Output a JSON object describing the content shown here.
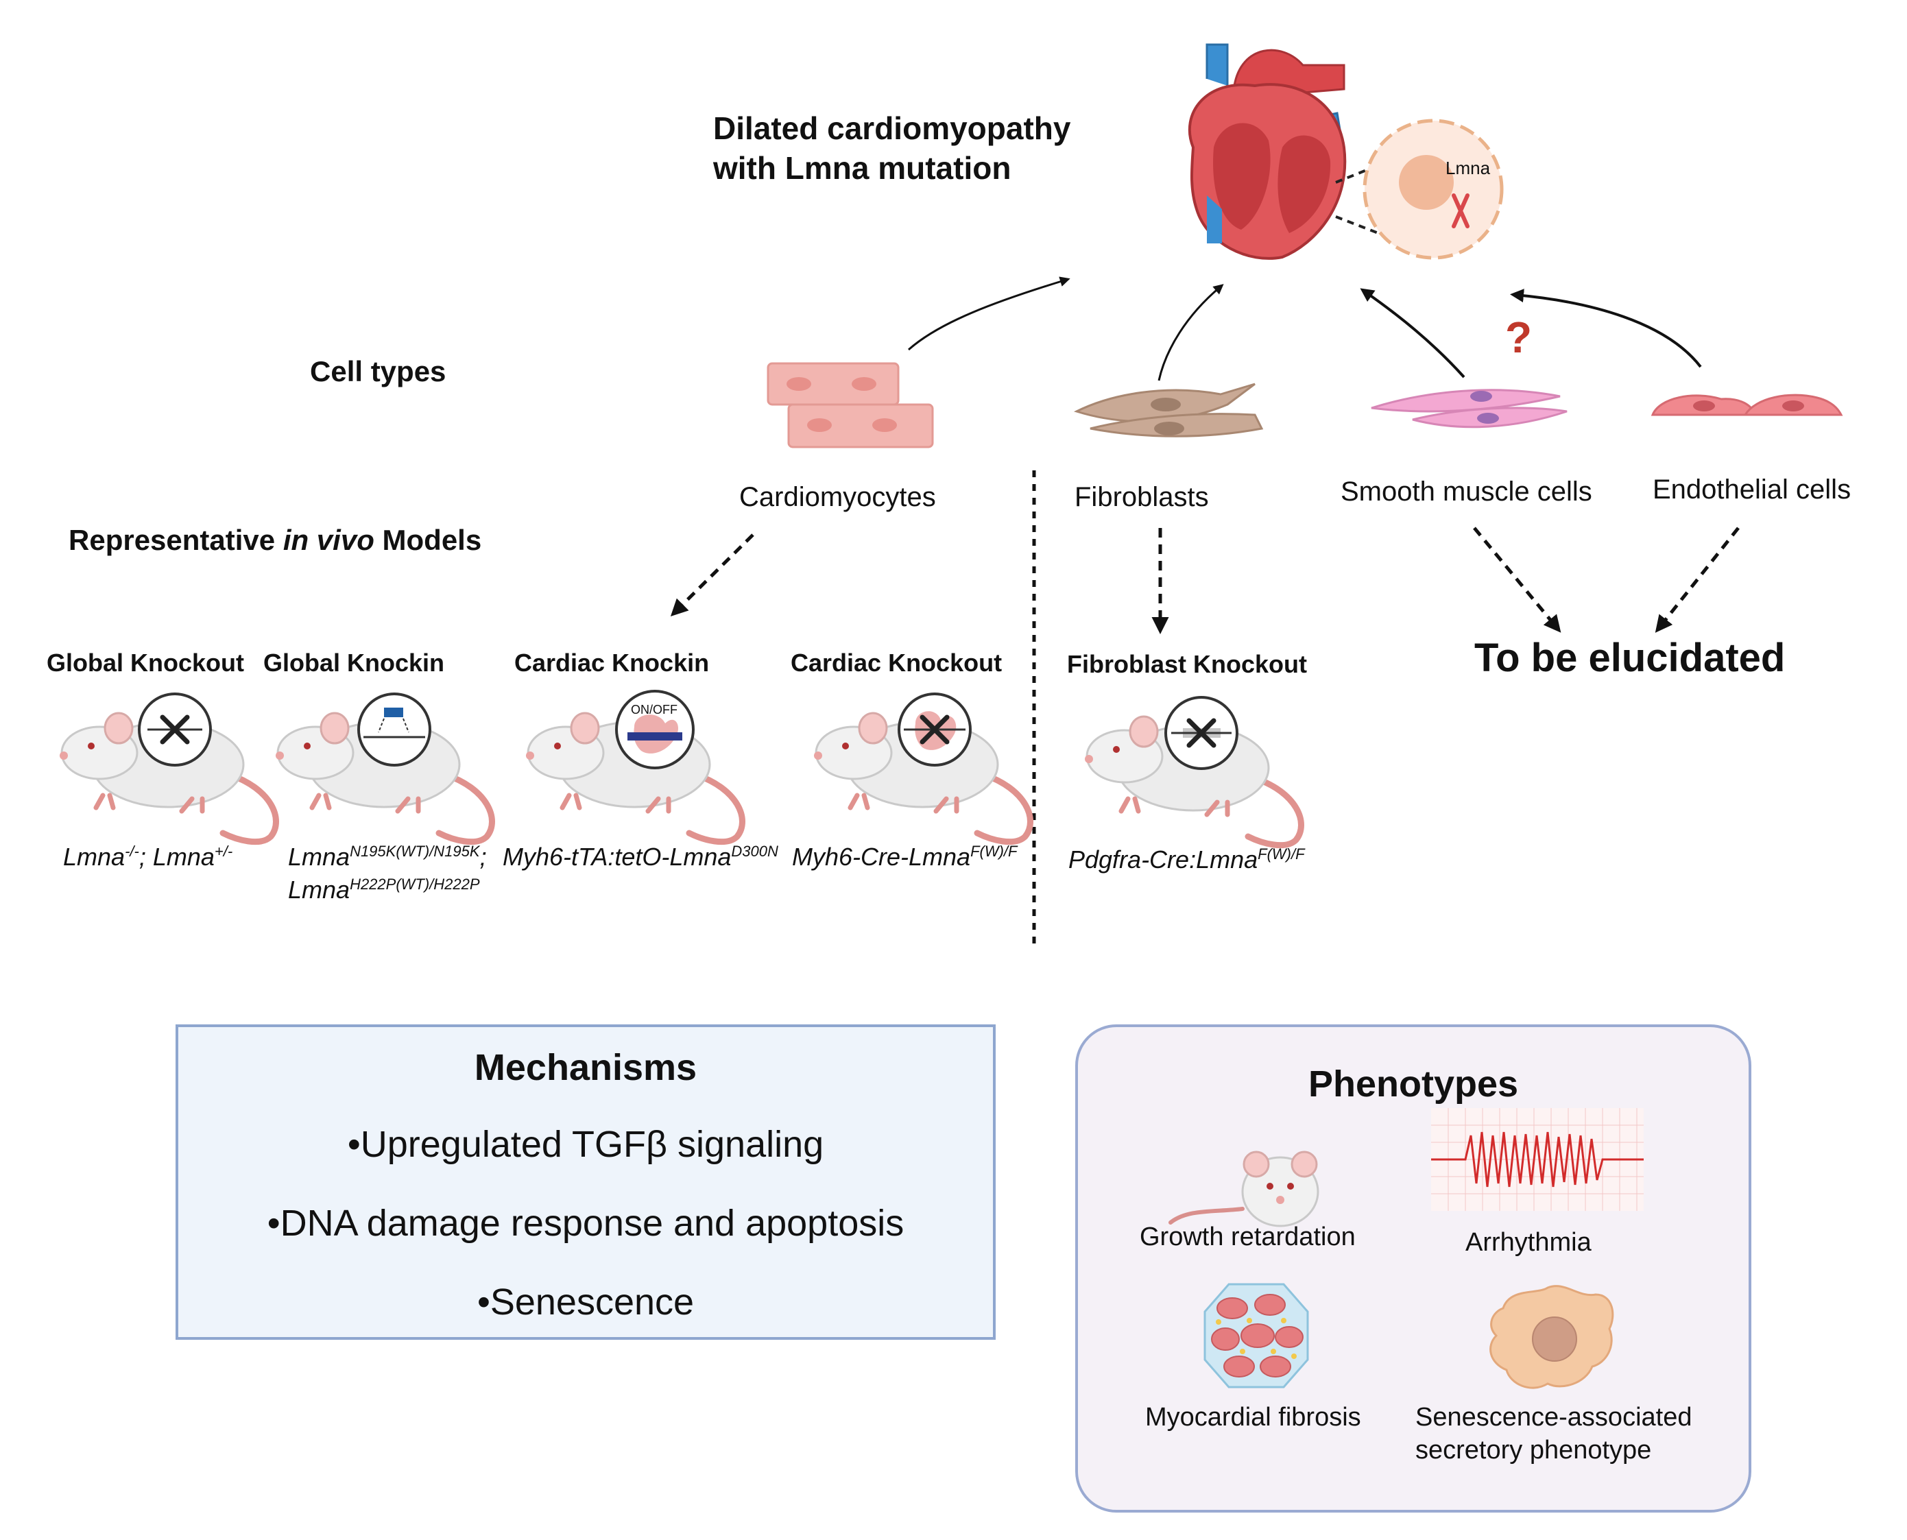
{
  "header": {
    "title_line1": "Dilated cardiomyopathy",
    "title_line2": "with Lmna mutation",
    "nucleus_label": "Lmna",
    "question_mark": "?"
  },
  "sections": {
    "cell_types": "Cell types",
    "models_prefix": "Representative ",
    "models_italic": "in vivo",
    "models_suffix": " Models"
  },
  "cells": {
    "cardiomyocytes": "Cardiomyocytes",
    "fibroblasts": "Fibroblasts",
    "smooth_muscle": "Smooth muscle cells",
    "endothelial": "Endothelial cells"
  },
  "to_be_elucidated": "To be elucidated",
  "models": {
    "global_knockout": {
      "title": "Global Knockout",
      "g1": "Lmna",
      "g1_sup": "-/-",
      "sep": "; ",
      "g2": "Lmna",
      "g2_sup": "+/-"
    },
    "global_knockin": {
      "title": "Global Knockin",
      "g1": "Lmna",
      "g1_sup": "N195K(WT)/N195K",
      "sep": ";",
      "g2": "Lmna",
      "g2_sup": "H222P(WT)/H222P"
    },
    "cardiac_knockin": {
      "title": "Cardiac Knockin",
      "g1": "Myh6-tTA:tetO-Lmna",
      "g1_sup": "D300N",
      "switch_label": "ON/OFF"
    },
    "cardiac_knockout": {
      "title": "Cardiac Knockout",
      "g1": "Myh6-Cre-Lmna",
      "g1_sup": "F(W)/F"
    },
    "fibroblast_knockout": {
      "title": "Fibroblast Knockout",
      "g1": "Pdgfra-Cre:Lmna",
      "g1_sup": "F(W)/F"
    }
  },
  "mechanisms": {
    "title": "Mechanisms",
    "items": [
      "•Upregulated TGFβ signaling",
      "•DNA damage response and apoptosis",
      "•Senescence"
    ]
  },
  "phenotypes": {
    "title": "Phenotypes",
    "growth": "Growth retardation",
    "arrhythmia": "Arrhythmia",
    "fibrosis": "Myocardial fibrosis",
    "sasp_line1": "Senescence-associated",
    "sasp_line2": "secretory phenotype"
  },
  "colors": {
    "mech_box_fill": "#eef4fb",
    "phen_box_fill": "#f5f1f7",
    "box_border": "#8ea6cf",
    "question_mark": "#c0392b",
    "heart_red": "#d9474b",
    "vessel_blue": "#3b8fd1",
    "cardiomyocyte_pink": "#f2b5b0",
    "fibroblast_tan": "#c9a995",
    "smooth_muscle_pink": "#f3a8d2",
    "endothelial_pink": "#f0888e"
  },
  "icons": [
    "heart-icon",
    "nucleus-icon",
    "chromosome-icon",
    "cardiomyocyte-icon",
    "fibroblast-icon",
    "smooth-muscle-cell-icon",
    "endothelial-cell-icon",
    "mouse-icon",
    "knockout-cross-icon",
    "ecg-icon",
    "fibrosis-tissue-icon",
    "senescent-cell-icon"
  ]
}
